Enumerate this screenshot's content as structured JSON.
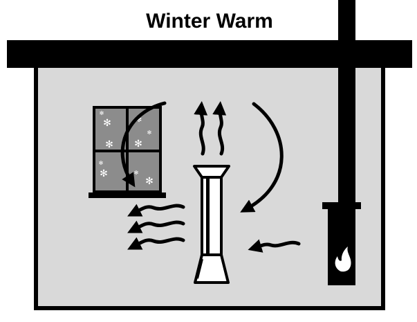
{
  "title": "Winter Warm",
  "colors": {
    "room_fill": "#d9d9d9",
    "ink": "#000000",
    "window_glass": "#8c8c8c",
    "paper": "#ffffff"
  },
  "icons": [
    "house-roof",
    "window-with-snowflakes",
    "ceiling-fan-column",
    "wood-stove",
    "chimney-pipe",
    "flame-icon",
    "airflow-arrows"
  ]
}
